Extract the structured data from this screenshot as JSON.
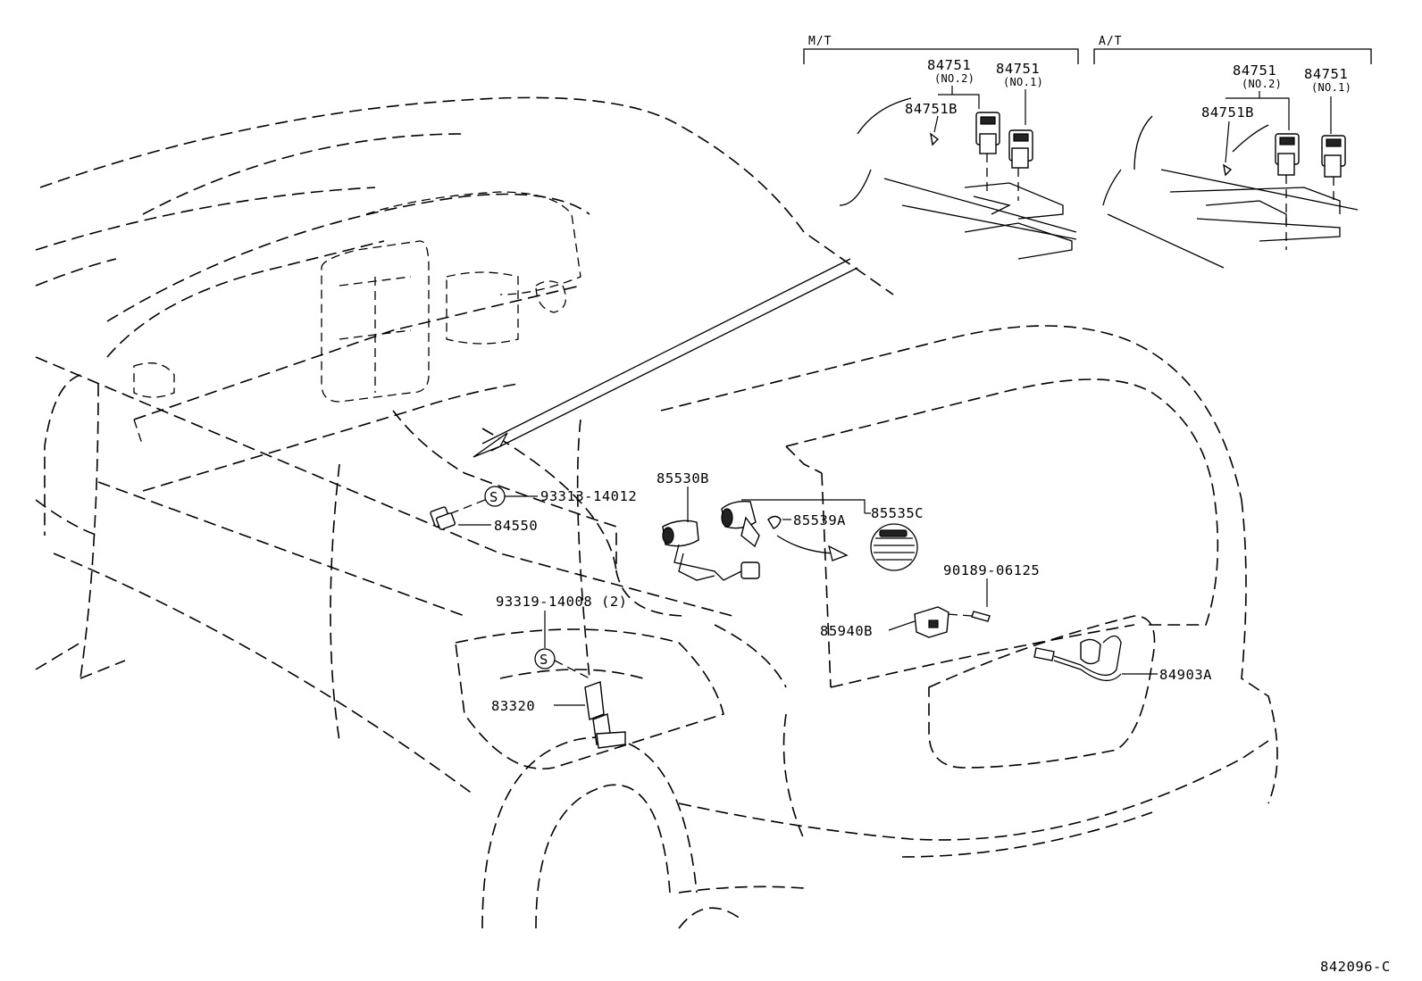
{
  "insets": {
    "mt": {
      "header": "M/T",
      "label_no2_num": "84751",
      "label_no2_sub": "(NO.2)",
      "label_no1_num": "84751",
      "label_no1_sub": "(NO.1)",
      "label_clip": "84751B"
    },
    "at": {
      "header": "A/T",
      "label_no2_num": "84751",
      "label_no2_sub": "(NO.2)",
      "label_no1_num": "84751",
      "label_no1_sub": "(NO.1)",
      "label_clip": "84751B"
    }
  },
  "parts": {
    "p93313": "93313-14012",
    "p84550": "84550",
    "p85530b": "85530B",
    "p85535c": "85535C",
    "p85539a": "85539A",
    "p90189": "90189-06125",
    "p85940b": "85940B",
    "p84903a": "84903A",
    "p93319": "93319-14008 (2)",
    "p83320": "83320"
  },
  "symbols": {
    "s1": "S",
    "s2": "S"
  },
  "diagram_id": "842096-C"
}
